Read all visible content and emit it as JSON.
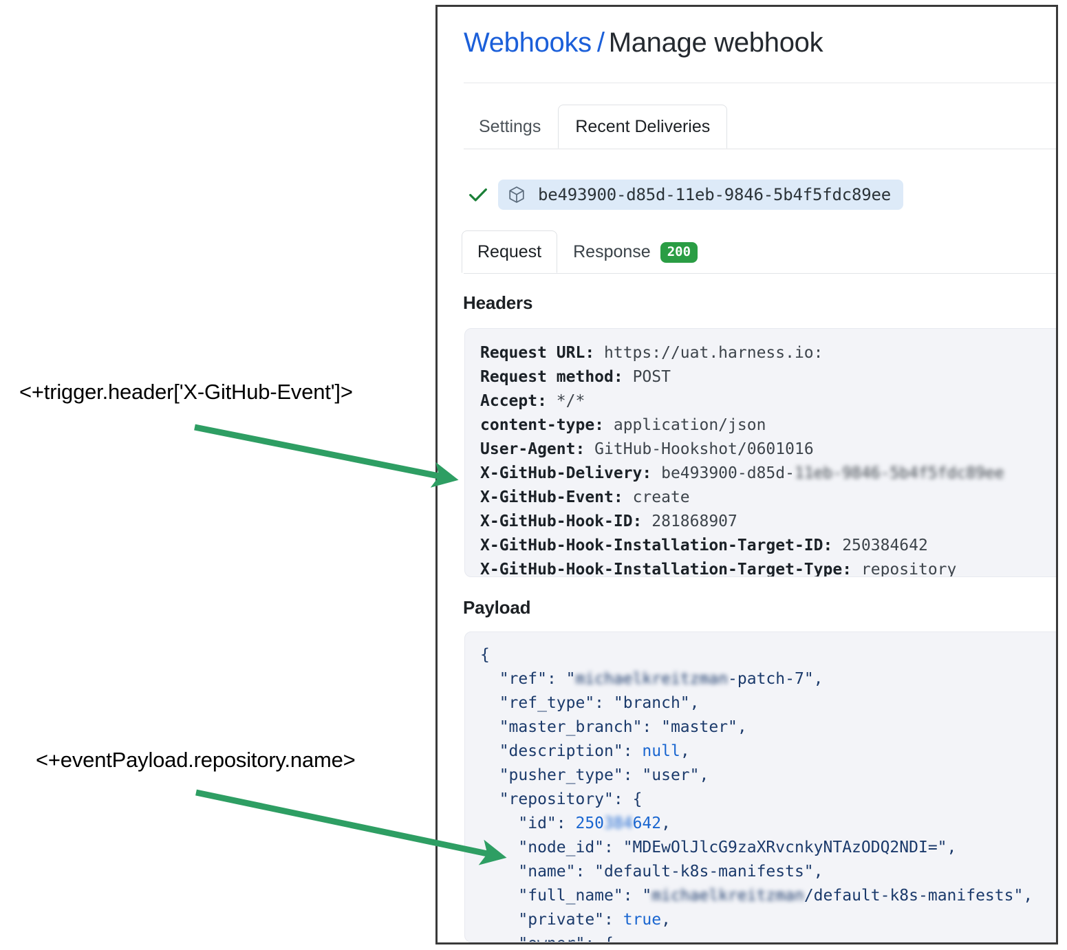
{
  "panel": {
    "breadcrumb": {
      "link": "Webhooks",
      "separator": "/",
      "current": "Manage webhook"
    },
    "tabs": [
      {
        "label": "Settings",
        "active": false
      },
      {
        "label": "Recent Deliveries",
        "active": true
      }
    ],
    "delivery": {
      "status_icon": "check-icon",
      "package_icon": "cube-icon",
      "id": "be493900-d85d-11eb-9846-5b4f5fdc89ee"
    },
    "subtabs": [
      {
        "label": "Request",
        "active": true
      },
      {
        "label": "Response",
        "active": false,
        "badge": "200"
      }
    ],
    "headers": {
      "heading": "Headers",
      "rows": [
        {
          "key": "Request URL:",
          "value": "https://uat.harness.io:",
          "redacted": ""
        },
        {
          "key": "Request method:",
          "value": "POST",
          "redacted": ""
        },
        {
          "key": "Accept:",
          "value": "*/*",
          "redacted": ""
        },
        {
          "key": "content-type:",
          "value": "application/json",
          "redacted": ""
        },
        {
          "key": "User-Agent:",
          "value": "GitHub-Hookshot/0601016",
          "redacted": ""
        },
        {
          "key": "X-GitHub-Delivery:",
          "value": "be493900-d85d-",
          "redacted": "11eb-9846-5b4f5fdc89ee"
        },
        {
          "key": "X-GitHub-Event:",
          "value": "create",
          "redacted": ""
        },
        {
          "key": "X-GitHub-Hook-ID:",
          "value": "281868907",
          "redacted": ""
        },
        {
          "key": "X-GitHub-Hook-Installation-Target-ID:",
          "value": "250384642",
          "redacted": ""
        },
        {
          "key": "X-GitHub-Hook-Installation-Target-Type:",
          "value": "repository",
          "redacted": ""
        }
      ]
    },
    "payload": {
      "heading": "Payload",
      "lines": [
        {
          "indent": 0,
          "segments": [
            {
              "t": "{",
              "c": "punct"
            }
          ]
        },
        {
          "indent": 1,
          "segments": [
            {
              "t": "\"ref\": \"",
              "c": "key"
            },
            {
              "t": "michaelkreitzman",
              "c": "blur"
            },
            {
              "t": "-patch-7\",",
              "c": "str"
            }
          ]
        },
        {
          "indent": 1,
          "segments": [
            {
              "t": "\"ref_type\": \"branch\",",
              "c": "key"
            }
          ]
        },
        {
          "indent": 1,
          "segments": [
            {
              "t": "\"master_branch\": \"master\",",
              "c": "key"
            }
          ]
        },
        {
          "indent": 1,
          "segments": [
            {
              "t": "\"description\": ",
              "c": "key"
            },
            {
              "t": "null",
              "c": "lit"
            },
            {
              "t": ",",
              "c": "punct"
            }
          ]
        },
        {
          "indent": 1,
          "segments": [
            {
              "t": "\"pusher_type\": \"user\",",
              "c": "key"
            }
          ]
        },
        {
          "indent": 1,
          "segments": [
            {
              "t": "\"repository\": {",
              "c": "key"
            }
          ]
        },
        {
          "indent": 2,
          "segments": [
            {
              "t": "\"id\": ",
              "c": "key"
            },
            {
              "t": "250",
              "c": "lit"
            },
            {
              "t": "384",
              "c": "blurnum"
            },
            {
              "t": "642",
              "c": "lit"
            },
            {
              "t": ",",
              "c": "punct"
            }
          ]
        },
        {
          "indent": 2,
          "segments": [
            {
              "t": "\"node_id\": \"MDEwOlJlcG9zaXRvcnkyNTAzODQ2NDI=\",",
              "c": "key"
            }
          ]
        },
        {
          "indent": 2,
          "segments": [
            {
              "t": "\"name\": \"default-k8s-manifests\",",
              "c": "key"
            }
          ]
        },
        {
          "indent": 2,
          "segments": [
            {
              "t": "\"full_name\": \"",
              "c": "key"
            },
            {
              "t": "michaelkreitzman",
              "c": "blur"
            },
            {
              "t": "/default-k8s-manifests\",",
              "c": "str"
            }
          ]
        },
        {
          "indent": 2,
          "segments": [
            {
              "t": "\"private\": ",
              "c": "key"
            },
            {
              "t": "true",
              "c": "lit"
            },
            {
              "t": ",",
              "c": "punct"
            }
          ]
        },
        {
          "indent": 2,
          "segments": [
            {
              "t": "\"owner\": {",
              "c": "key"
            }
          ]
        }
      ]
    }
  },
  "annotations": [
    {
      "name": "trigger-header-annotation",
      "text": "<+trigger.header['X-GitHub-Event']>"
    },
    {
      "name": "event-payload-annotation",
      "text": "<+eventPayload.repository.name>"
    }
  ],
  "colors": {
    "accent_link": "#1b5fd9",
    "arrow_green": "#2e9e63",
    "status_green": "#2a9d44",
    "chip_blue": "#ddeaf8",
    "code_bg": "#f3f4f8"
  }
}
